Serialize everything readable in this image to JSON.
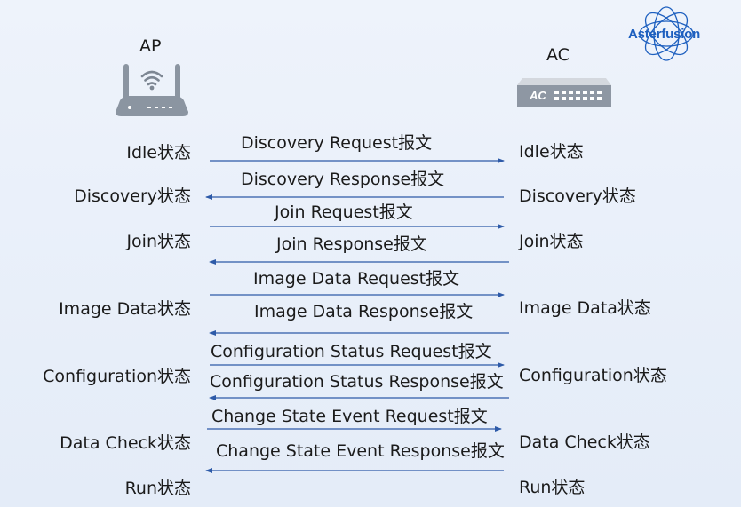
{
  "logo": {
    "text": "Asterfusion"
  },
  "ap": {
    "title": "AP"
  },
  "ac": {
    "title": "AC",
    "device_text": "AC"
  },
  "left_states": [
    "Idle状态",
    "Discovery状态",
    "Join状态",
    "Image Data状态",
    "Configuration状态",
    "Data Check状态",
    "Run状态"
  ],
  "right_states": [
    "Idle状态",
    "Discovery状态",
    "Join状态",
    "Image Data状态",
    "Configuration状态",
    "Data Check状态",
    "Run状态"
  ],
  "messages": [
    {
      "label": "Discovery Request报文",
      "direction": "right"
    },
    {
      "label": "Discovery Response报文",
      "direction": "left"
    },
    {
      "label": "Join Request报文",
      "direction": "right"
    },
    {
      "label": "Join Response报文",
      "direction": "left"
    },
    {
      "label": "Image Data Request报文",
      "direction": "right"
    },
    {
      "label": "Image Data Response报文",
      "direction": "left"
    },
    {
      "label": "Configuration Status Request报文",
      "direction": "right"
    },
    {
      "label": "Configuration Status Response报文",
      "direction": "left"
    },
    {
      "label": "Change State Event Request报文",
      "direction": "right"
    },
    {
      "label": "Change State Event Response报文",
      "direction": "left"
    }
  ],
  "colors": {
    "arrow": "#2d5aa8",
    "logo": "#1d5fbf",
    "device": "#8e97a3"
  }
}
